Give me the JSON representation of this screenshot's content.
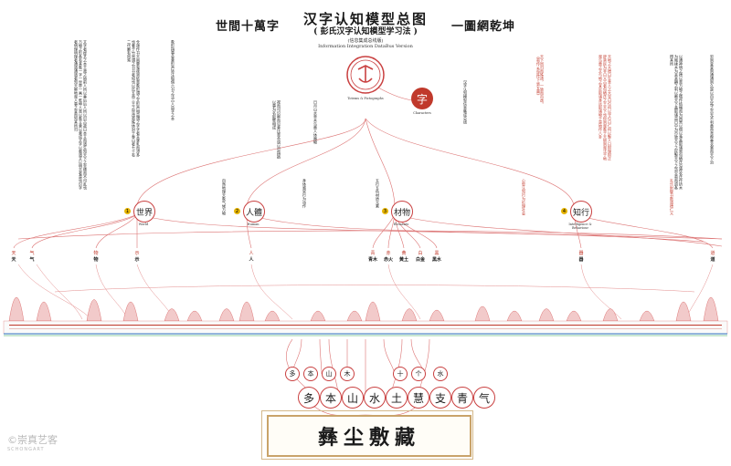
{
  "header": {
    "left_heading": "世間十萬字",
    "right_heading": "一圖網乾坤",
    "title": "汉字认知模型总图",
    "subtitle": "( 彭氏汉字认知模型学习法 )",
    "edition": "(信息集成总线版)",
    "edition_en": "Information Integration DataBus Version"
  },
  "center": {
    "root_label": "Totems & Pictographs",
    "characters_label": "Characters",
    "characters_glyph": "字"
  },
  "right_quote": {
    "line1": "《易传·系辞传下·第五章》",
    "line2": "天下同归而殊途，一致而百虑。"
  },
  "categories": [
    {
      "num": "1",
      "glyph": "世界",
      "label": "World"
    },
    {
      "num": "2",
      "glyph": "人體",
      "label": "Human"
    },
    {
      "num": "3",
      "glyph": "材物",
      "label": "Elements"
    },
    {
      "num": "4",
      "glyph": "知行",
      "label": "Intelligence & Behaviour"
    }
  ],
  "leaves": [
    {
      "glyph": "天",
      "label": "天"
    },
    {
      "glyph": "气",
      "label": "气"
    },
    {
      "glyph": "物",
      "label": "物"
    },
    {
      "glyph": "示",
      "label": "示"
    },
    {
      "glyph": "人",
      "label": "人"
    },
    {
      "glyph": "青",
      "label": "青木"
    },
    {
      "glyph": "赤",
      "label": "赤火"
    },
    {
      "glyph": "黄",
      "label": "黄土"
    },
    {
      "glyph": "白",
      "label": "白金"
    },
    {
      "glyph": "黑",
      "label": "黑水"
    },
    {
      "glyph": "器",
      "label": "器"
    },
    {
      "glyph": "道",
      "label": "道"
    }
  ],
  "bottom_small": [
    "多",
    "本",
    "山",
    "木",
    "十",
    "个",
    "水"
  ],
  "bottom_big": [
    "多",
    "本",
    "山",
    "水",
    "土",
    "慧",
    "支",
    "青",
    "气"
  ],
  "seal_text": "彝尘敷藏",
  "watermark": {
    "brand": "©崇真艺客",
    "domain": "SCHONGART"
  }
}
